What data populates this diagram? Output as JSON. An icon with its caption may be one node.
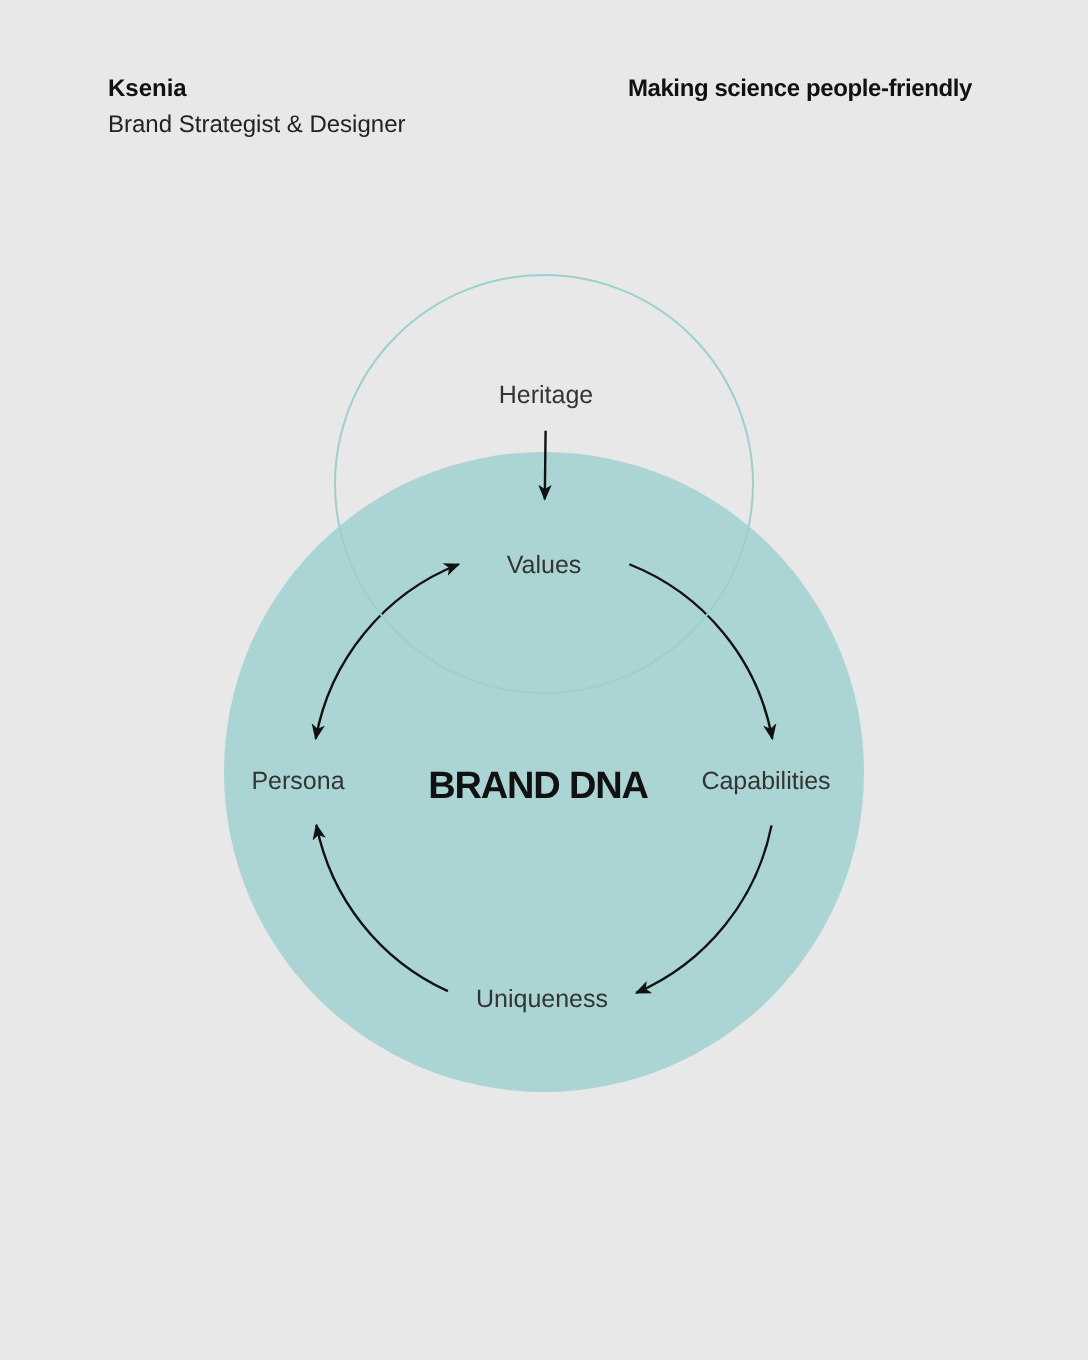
{
  "diagram": {
    "nodes": [
      {
        "text": [],
        "shape": "circle"
      },
      {
        "text": [
          "Heritage"
        ],
        "in": 0
      },
      {
        "text": [
          "BRAND DNA"
        ]
      },
      {
        "text": [
          "Values"
        ]
      },
      {
        "text": [
          "Persona"
        ],
        "in": 2
      },
      {
        "text": [
          "Capabilities"
        ],
        "in": 2
      },
      {
        "text": [
          "Uniqueness"
        ],
        "in": 2
      }
    ],
    "edges": [
      {
        "from": 1,
        "to": 3,
        "arrow": "to"
      },
      {
        "from": 3,
        "to": 5,
        "arrow": "to"
      },
      {
        "from": 5,
        "to": 6,
        "arrow": "to"
      },
      {
        "from": 6,
        "to": 4,
        "arrow": "to"
      },
      {
        "from": 4,
        "to": 3,
        "arrow": "both"
      }
    ],
    "labels": [
      "Ksenia",
      "Brand Strategist & Designer",
      "Making science people-friendly"
    ]
  }
}
